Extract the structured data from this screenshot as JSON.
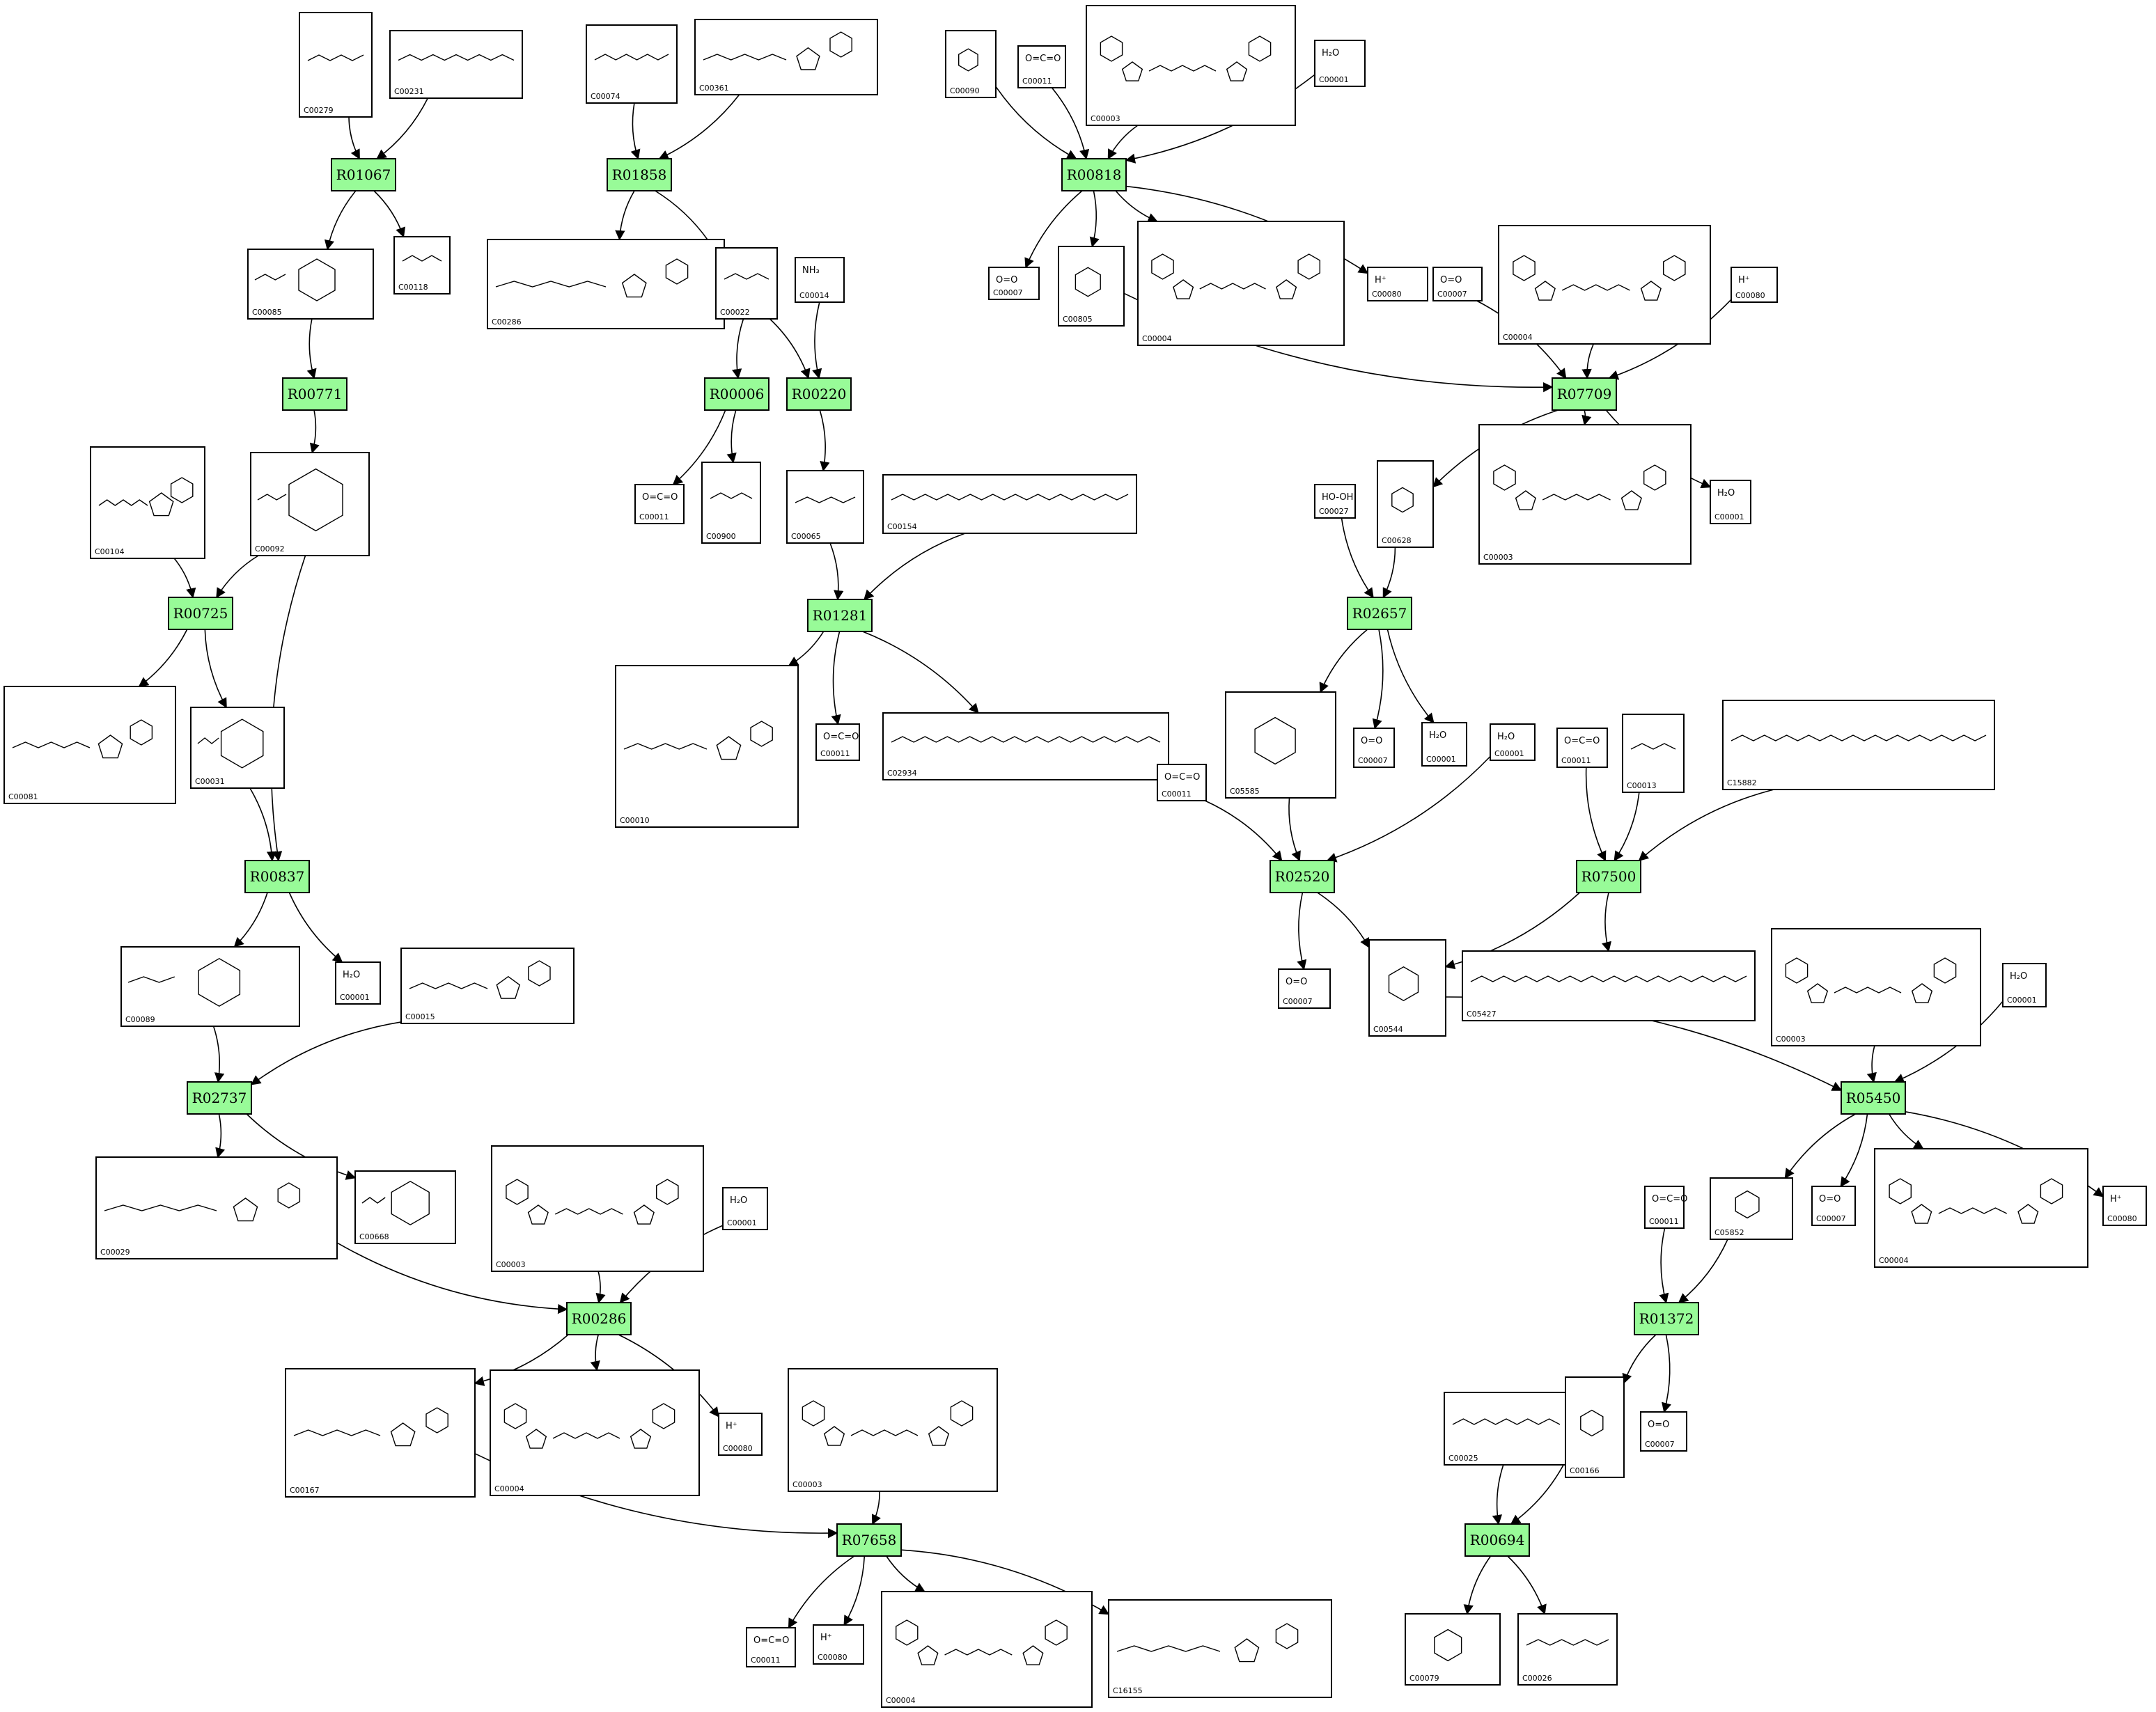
{
  "reactions": [
    {
      "id": "R01067"
    },
    {
      "id": "R01858"
    },
    {
      "id": "R00818"
    },
    {
      "id": "R00771"
    },
    {
      "id": "R00006"
    },
    {
      "id": "R00220"
    },
    {
      "id": "R07709"
    },
    {
      "id": "R00725"
    },
    {
      "id": "R01281"
    },
    {
      "id": "R02657"
    },
    {
      "id": "R00837"
    },
    {
      "id": "R02520"
    },
    {
      "id": "R07500"
    },
    {
      "id": "R02737"
    },
    {
      "id": "R05450"
    },
    {
      "id": "R00286"
    },
    {
      "id": "R01372"
    },
    {
      "id": "R07658"
    },
    {
      "id": "R00694"
    }
  ],
  "compounds": [
    {
      "id": "C00279",
      "label": "",
      "motif": "chain"
    },
    {
      "id": "C00231",
      "label": "",
      "motif": "chain"
    },
    {
      "id": "C00074",
      "label": "",
      "motif": "chain"
    },
    {
      "id": "C00361",
      "label": "",
      "motif": "nucleotide"
    },
    {
      "id": "C00090",
      "label": "",
      "motif": "ring"
    },
    {
      "id": "C00011",
      "label": "O=C=O",
      "motif": "text"
    },
    {
      "id": "C00003",
      "label": "",
      "motif": "nad"
    },
    {
      "id": "C00001",
      "label": "H₂O",
      "motif": "text"
    },
    {
      "id": "C00085",
      "label": "",
      "motif": "sugar"
    },
    {
      "id": "C00118",
      "label": "",
      "motif": "chain"
    },
    {
      "id": "C00286",
      "label": "",
      "motif": "nucleotide"
    },
    {
      "id": "C00022",
      "label": "",
      "motif": "chain"
    },
    {
      "id": "C00014",
      "label": "NH₃",
      "motif": "text"
    },
    {
      "id": "C00007",
      "label": "O=O",
      "motif": "text"
    },
    {
      "id": "C00805",
      "label": "",
      "motif": "ring"
    },
    {
      "id": "C00004",
      "label": "",
      "motif": "nad"
    },
    {
      "id": "C00080",
      "label": "H⁺",
      "motif": "text"
    },
    {
      "id": "C00007",
      "label": "O=O",
      "motif": "text"
    },
    {
      "id": "C00004",
      "label": "",
      "motif": "nad"
    },
    {
      "id": "C00080",
      "label": "H⁺",
      "motif": "text"
    },
    {
      "id": "C00092",
      "label": "",
      "motif": "sugar"
    },
    {
      "id": "C00104",
      "label": "",
      "motif": "nucleotide"
    },
    {
      "id": "C00011",
      "label": "O=C=O",
      "motif": "text"
    },
    {
      "id": "C00900",
      "label": "",
      "motif": "chain"
    },
    {
      "id": "C00065",
      "label": "",
      "motif": "chain"
    },
    {
      "id": "C00154",
      "label": "",
      "motif": "chain"
    },
    {
      "id": "C00628",
      "label": "",
      "motif": "ring"
    },
    {
      "id": "C00027",
      "label": "HO-OH",
      "motif": "text"
    },
    {
      "id": "C00003",
      "label": "",
      "motif": "nad"
    },
    {
      "id": "C00001",
      "label": "H₂O",
      "motif": "text"
    },
    {
      "id": "C00081",
      "label": "",
      "motif": "nucleotide"
    },
    {
      "id": "C00031",
      "label": "",
      "motif": "sugar"
    },
    {
      "id": "C00010",
      "label": "",
      "motif": "nucleotide"
    },
    {
      "id": "C00011",
      "label": "O=C=O",
      "motif": "text"
    },
    {
      "id": "C02934",
      "label": "",
      "motif": "chain"
    },
    {
      "id": "C05585",
      "label": "",
      "motif": "ring"
    },
    {
      "id": "C00011",
      "label": "O=C=O",
      "motif": "text"
    },
    {
      "id": "C00007",
      "label": "O=O",
      "motif": "text"
    },
    {
      "id": "C00001",
      "label": "H₂O",
      "motif": "text"
    },
    {
      "id": "C00001",
      "label": "H₂O",
      "motif": "text"
    },
    {
      "id": "C00011",
      "label": "O=C=O",
      "motif": "text"
    },
    {
      "id": "C00013",
      "label": "",
      "motif": "chain"
    },
    {
      "id": "C15882",
      "label": "",
      "motif": "chain"
    },
    {
      "id": "C00089",
      "label": "",
      "motif": "sugar"
    },
    {
      "id": "C00001",
      "label": "H₂O",
      "motif": "text"
    },
    {
      "id": "C00015",
      "label": "",
      "motif": "nucleotide"
    },
    {
      "id": "C00007",
      "label": "O=O",
      "motif": "text"
    },
    {
      "id": "C00544",
      "label": "",
      "motif": "ring"
    },
    {
      "id": "C05427",
      "label": "",
      "motif": "chain"
    },
    {
      "id": "C00003",
      "label": "",
      "motif": "nad"
    },
    {
      "id": "C00001",
      "label": "H₂O",
      "motif": "text"
    },
    {
      "id": "C00029",
      "label": "",
      "motif": "nucleotide"
    },
    {
      "id": "C00668",
      "label": "",
      "motif": "sugar"
    },
    {
      "id": "C00003",
      "label": "",
      "motif": "nad"
    },
    {
      "id": "C00001",
      "label": "H₂O",
      "motif": "text"
    },
    {
      "id": "C00011",
      "label": "O=C=O",
      "motif": "text"
    },
    {
      "id": "C05852",
      "label": "",
      "motif": "ring"
    },
    {
      "id": "C00007",
      "label": "O=O",
      "motif": "text"
    },
    {
      "id": "C00004",
      "label": "",
      "motif": "nad"
    },
    {
      "id": "C00080",
      "label": "H⁺",
      "motif": "text"
    },
    {
      "id": "C00167",
      "label": "",
      "motif": "nucleotide"
    },
    {
      "id": "C00004",
      "label": "",
      "motif": "nad"
    },
    {
      "id": "C00080",
      "label": "H⁺",
      "motif": "text"
    },
    {
      "id": "C00003",
      "label": "",
      "motif": "nad"
    },
    {
      "id": "C00025",
      "label": "",
      "motif": "chain"
    },
    {
      "id": "C00166",
      "label": "",
      "motif": "ring"
    },
    {
      "id": "C00007",
      "label": "O=O",
      "motif": "text"
    },
    {
      "id": "C00011",
      "label": "O=C=O",
      "motif": "text"
    },
    {
      "id": "C00080",
      "label": "H⁺",
      "motif": "text"
    },
    {
      "id": "C00004",
      "label": "",
      "motif": "nad"
    },
    {
      "id": "C16155",
      "label": "",
      "motif": "nucleotide"
    },
    {
      "id": "C00079",
      "label": "",
      "motif": "ring"
    },
    {
      "id": "C00026",
      "label": "",
      "motif": "chain"
    }
  ],
  "edges": [
    {
      "from": "c0",
      "to": "r0"
    },
    {
      "from": "c1",
      "to": "r0"
    },
    {
      "from": "r0",
      "to": "c8"
    },
    {
      "from": "r0",
      "to": "c9"
    },
    {
      "from": "c2",
      "to": "r1"
    },
    {
      "from": "c3",
      "to": "r1"
    },
    {
      "from": "r1",
      "to": "c10"
    },
    {
      "from": "r1",
      "to": "c11"
    },
    {
      "from": "c4",
      "to": "r2"
    },
    {
      "from": "c5",
      "to": "r2"
    },
    {
      "from": "c6",
      "to": "r2"
    },
    {
      "from": "c7",
      "to": "r2"
    },
    {
      "from": "r2",
      "to": "c13"
    },
    {
      "from": "r2",
      "to": "c14"
    },
    {
      "from": "r2",
      "to": "c15"
    },
    {
      "from": "r2",
      "to": "c16"
    },
    {
      "from": "c8",
      "to": "r3"
    },
    {
      "from": "r3",
      "to": "c20"
    },
    {
      "from": "c11",
      "to": "r4"
    },
    {
      "from": "r4",
      "to": "c22"
    },
    {
      "from": "r4",
      "to": "c23"
    },
    {
      "from": "c11",
      "to": "r5"
    },
    {
      "from": "c12",
      "to": "r5"
    },
    {
      "from": "r5",
      "to": "c24"
    },
    {
      "from": "c14",
      "to": "r6"
    },
    {
      "from": "c17",
      "to": "r6"
    },
    {
      "from": "c18",
      "to": "r6"
    },
    {
      "from": "c19",
      "to": "r6"
    },
    {
      "from": "r6",
      "to": "c26"
    },
    {
      "from": "r6",
      "to": "c28"
    },
    {
      "from": "r6",
      "to": "c29"
    },
    {
      "from": "c21",
      "to": "r7"
    },
    {
      "from": "c20",
      "to": "r7"
    },
    {
      "from": "r7",
      "to": "c30"
    },
    {
      "from": "r7",
      "to": "c31"
    },
    {
      "from": "c24",
      "to": "r8"
    },
    {
      "from": "c25",
      "to": "r8"
    },
    {
      "from": "r8",
      "to": "c32"
    },
    {
      "from": "r8",
      "to": "c33"
    },
    {
      "from": "r8",
      "to": "c34"
    },
    {
      "from": "c27",
      "to": "r9"
    },
    {
      "from": "c26",
      "to": "r9"
    },
    {
      "from": "r9",
      "to": "c35"
    },
    {
      "from": "r9",
      "to": "c37"
    },
    {
      "from": "r9",
      "to": "c38"
    },
    {
      "from": "c31",
      "to": "r10"
    },
    {
      "from": "c20",
      "to": "r10"
    },
    {
      "from": "r10",
      "to": "c43"
    },
    {
      "from": "r10",
      "to": "c44"
    },
    {
      "from": "c36",
      "to": "r11"
    },
    {
      "from": "c35",
      "to": "r11"
    },
    {
      "from": "c39",
      "to": "r11"
    },
    {
      "from": "r11",
      "to": "c46"
    },
    {
      "from": "r11",
      "to": "c47"
    },
    {
      "from": "c40",
      "to": "r12"
    },
    {
      "from": "c41",
      "to": "r12"
    },
    {
      "from": "c42",
      "to": "r12"
    },
    {
      "from": "r12",
      "to": "c47"
    },
    {
      "from": "r12",
      "to": "c48"
    },
    {
      "from": "c43",
      "to": "r13"
    },
    {
      "from": "c45",
      "to": "r13"
    },
    {
      "from": "r13",
      "to": "c51"
    },
    {
      "from": "r13",
      "to": "c52"
    },
    {
      "from": "c47",
      "to": "r14"
    },
    {
      "from": "c49",
      "to": "r14"
    },
    {
      "from": "c50",
      "to": "r14"
    },
    {
      "from": "r14",
      "to": "c56"
    },
    {
      "from": "r14",
      "to": "c57"
    },
    {
      "from": "r14",
      "to": "c58"
    },
    {
      "from": "r14",
      "to": "c59"
    },
    {
      "from": "c51",
      "to": "r15"
    },
    {
      "from": "c53",
      "to": "r15"
    },
    {
      "from": "c54",
      "to": "r15"
    },
    {
      "from": "r15",
      "to": "c60"
    },
    {
      "from": "r15",
      "to": "c61"
    },
    {
      "from": "r15",
      "to": "c62"
    },
    {
      "from": "c55",
      "to": "r16"
    },
    {
      "from": "c56",
      "to": "r16"
    },
    {
      "from": "r16",
      "to": "c65"
    },
    {
      "from": "r16",
      "to": "c66"
    },
    {
      "from": "c60",
      "to": "r17"
    },
    {
      "from": "c63",
      "to": "r17"
    },
    {
      "from": "r17",
      "to": "c67"
    },
    {
      "from": "r17",
      "to": "c68"
    },
    {
      "from": "r17",
      "to": "c69"
    },
    {
      "from": "r17",
      "to": "c70"
    },
    {
      "from": "c64",
      "to": "r18"
    },
    {
      "from": "c65",
      "to": "r18"
    },
    {
      "from": "r18",
      "to": "c71"
    },
    {
      "from": "r18",
      "to": "c72"
    }
  ]
}
